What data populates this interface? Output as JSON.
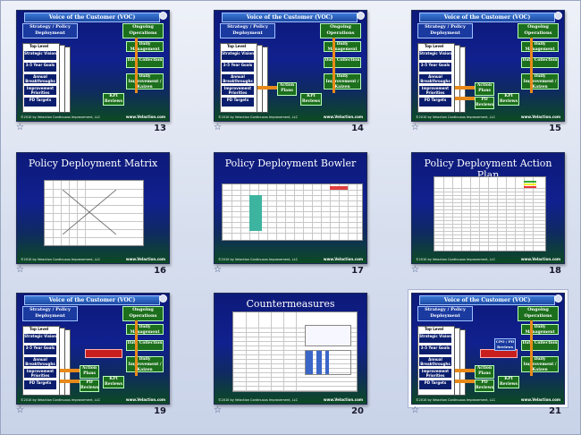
{
  "slides": [
    {
      "num": "13",
      "type": "voc",
      "variant": 1
    },
    {
      "num": "14",
      "type": "voc",
      "variant": 2
    },
    {
      "num": "15",
      "type": "voc",
      "variant": 3
    },
    {
      "num": "16",
      "type": "doc",
      "title": "Policy Deployment Matrix",
      "variant": "matrix"
    },
    {
      "num": "17",
      "type": "doc",
      "title": "Policy Deployment Bowler",
      "variant": "bowler"
    },
    {
      "num": "18",
      "type": "doc",
      "title": "Policy Deployment Action Plan",
      "variant": "action"
    },
    {
      "num": "19",
      "type": "voc",
      "variant": 4
    },
    {
      "num": "20",
      "type": "doc",
      "title": "Countermeasures",
      "variant": "counter"
    },
    {
      "num": "21",
      "type": "voc",
      "variant": 5,
      "selected": true
    }
  ],
  "voc": {
    "title": "Voice of the Customer (VOC)",
    "strategy": "Strategy / Policy Deployment",
    "ongoing": "Ongoing Operations",
    "top_level": "Top Level",
    "items": [
      "Strategic Vision",
      "3-5 Year Goals",
      "Annual Breakthroughs",
      "Improvement Priorities",
      "PD Targets"
    ],
    "ops": [
      "Daily Management",
      "Data Collection",
      "Daily Improvement / Kaizen"
    ],
    "kpi": "KPI Reviews",
    "action_plans": "Action Plans",
    "pd_reviews": "PD Reviews",
    "cpo": "CPO / PD Reviews",
    "footer_left": "©2010 by Velaction Continuous Improvement, LLC",
    "footer_right": "www.Velaction.com"
  },
  "icons": {
    "star": "☆"
  },
  "colors": {
    "slide_top": "#0d1a7a",
    "slide_bottom": "#0c4a22",
    "box_green": "#1c6f1c",
    "arrow": "#e88a1a"
  }
}
